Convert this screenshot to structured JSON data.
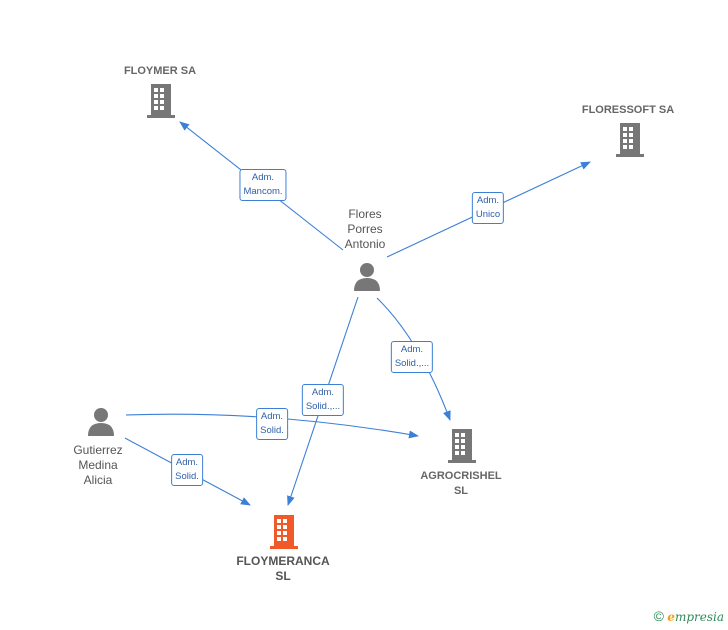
{
  "nodes": {
    "floymer": {
      "label": "FLOYMER SA"
    },
    "floressoft": {
      "label": "FLORESSOFT SA"
    },
    "flores": {
      "label": "Flores\nPorres\nAntonio"
    },
    "gutierrez": {
      "label": "Gutierrez\nMedina\nAlicia"
    },
    "agrocrishel": {
      "label": "AGROCRISHEL\nSL"
    },
    "floymeranca": {
      "label": "FLOYMERANCA\nSL"
    }
  },
  "edges": {
    "flores_floymer": "Adm.\nMancom.",
    "flores_floressoft": "Adm.\nUnico",
    "flores_agrocrishel": "Adm.\nSolid.,...",
    "flores_floymeranca": "Adm.\nSolid.,...",
    "gutierrez_agrocrishel": "Adm.\nSolid.",
    "gutierrez_floymeranca": "Adm.\nSolid."
  },
  "colors": {
    "edge": "#3c7fd6",
    "company_icon": "#777777",
    "focus_company_icon": "#f05a28",
    "person_icon": "#777777"
  },
  "icons": {
    "company": "building-icon",
    "person": "person-icon"
  },
  "footer": {
    "copyright": "©",
    "brand_initial": "e",
    "brand_rest": "mpresia"
  }
}
